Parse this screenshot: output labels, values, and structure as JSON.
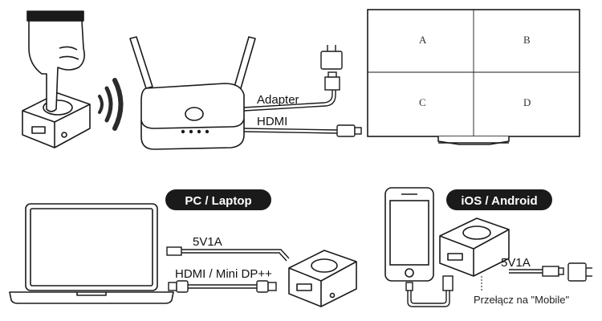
{
  "top": {
    "adapter_label": "Adapter",
    "hdmi_label": "HDMI",
    "screen_quadrants": [
      "A",
      "B",
      "C",
      "D"
    ]
  },
  "laptop_section": {
    "title": "PC / Laptop",
    "power_label": "5V1A",
    "video_label": "HDMI / Mini DP++"
  },
  "mobile_section": {
    "title": "iOS / Android",
    "power_label": "5V1A",
    "note": "Przełącz na \"Mobile\""
  },
  "colors": {
    "line": "#1a1a1a",
    "pill": "#1a1a1a",
    "wave": "#2b2b2b"
  }
}
